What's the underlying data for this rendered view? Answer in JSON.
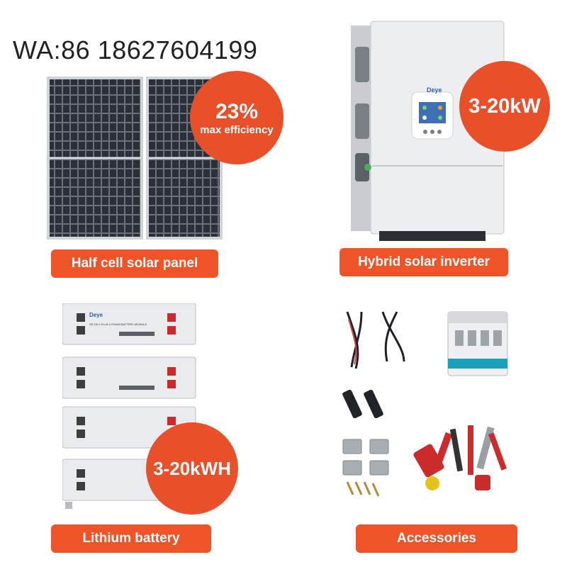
{
  "contact": "WA:86 18627604199",
  "colors": {
    "accent": "#EE5428",
    "badge": "#E8502A"
  },
  "products": {
    "panel": {
      "label": "Half cell solar panel",
      "badge_value": "23%",
      "badge_caption": "max efficiency",
      "icon": "solar-panel-icon"
    },
    "inverter": {
      "label": "Hybrid solar inverter",
      "badge_value": "3-20kW",
      "brand": "Deye",
      "icon": "inverter-icon"
    },
    "battery": {
      "label": "Lithium battery",
      "badge_value": "3-20kWH",
      "brand": "Deye",
      "module_text": "SE-G5.1 Pro-B LITHIUM BATTERY MODULE",
      "icon": "battery-stack-icon"
    },
    "accessories": {
      "label": "Accessories",
      "icon": "toolkit-icon"
    }
  }
}
